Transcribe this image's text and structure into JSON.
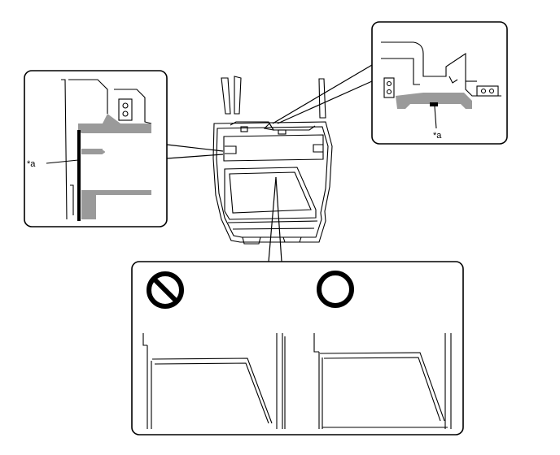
{
  "labels": {
    "callout_left": "*a",
    "callout_right": "*a"
  },
  "symbols": {
    "incorrect": "prohibition-symbol",
    "correct": "circle-symbol"
  },
  "colors": {
    "line": "#000000",
    "fill_gray": "#9a9a9a",
    "background": "#ffffff"
  }
}
